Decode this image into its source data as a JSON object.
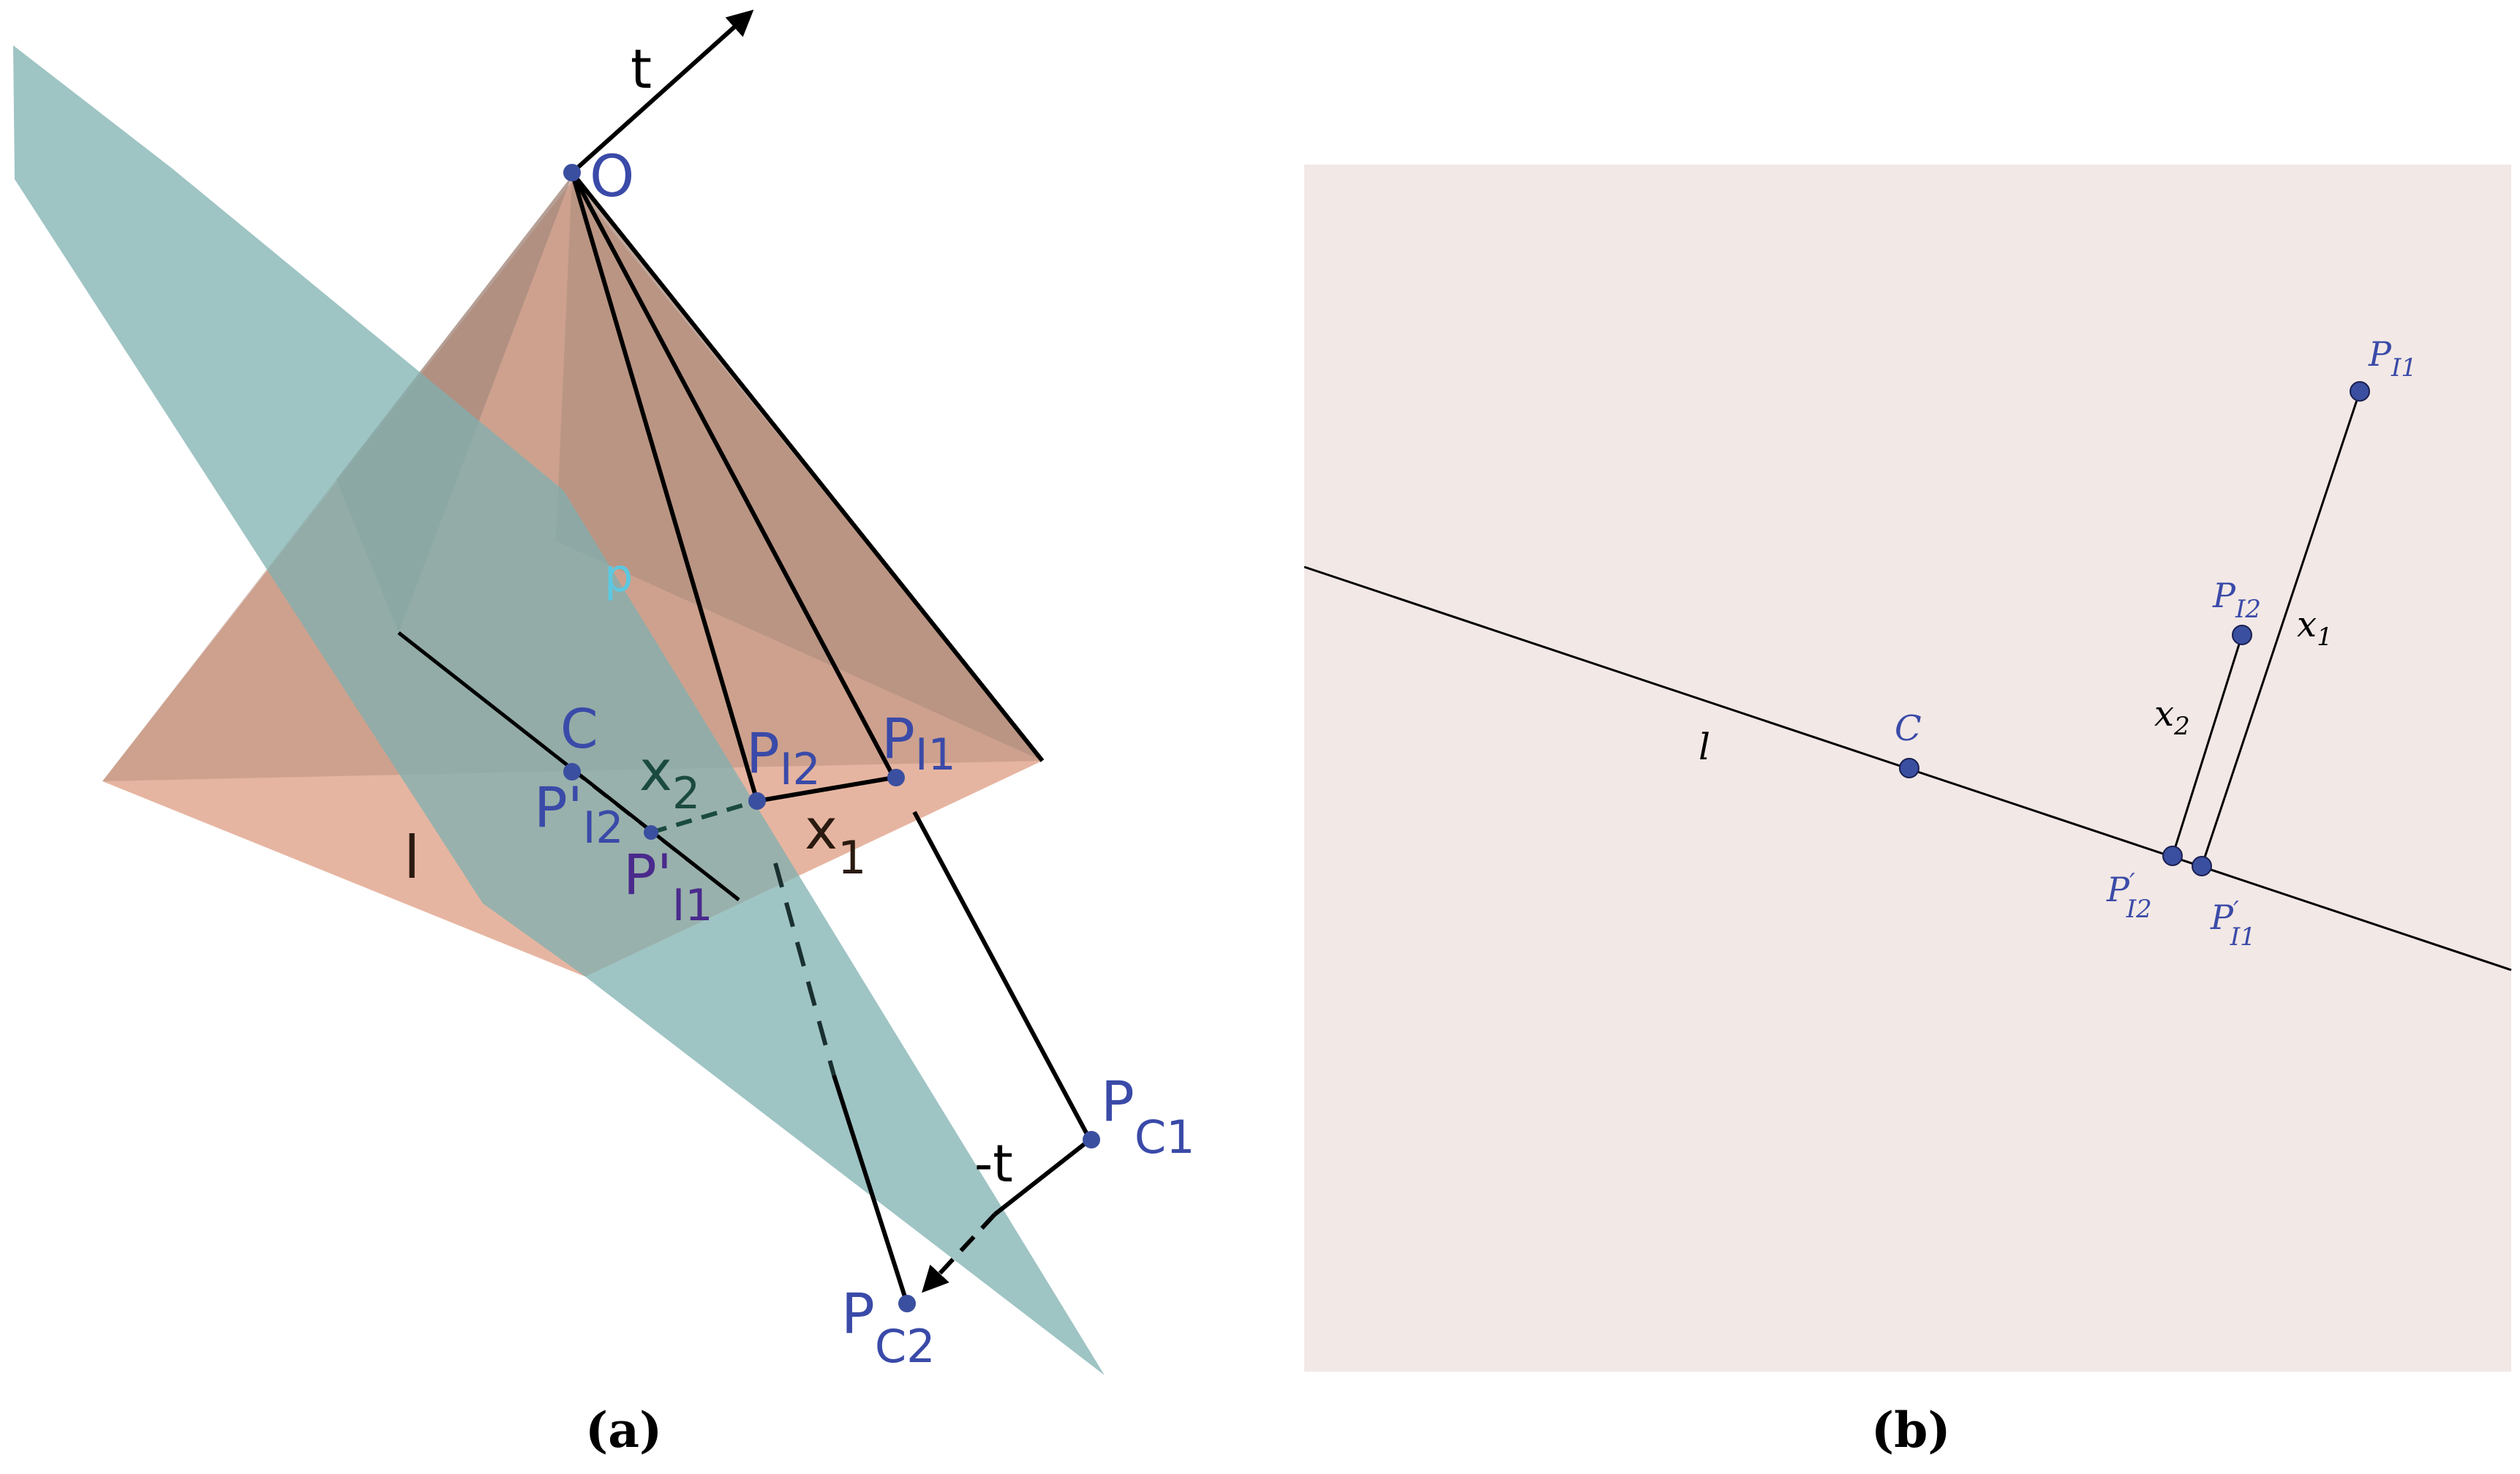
{
  "panel_a": {
    "caption": "(a)",
    "labels": {
      "t": "t",
      "O": "O",
      "p": "p",
      "C": "C",
      "x2": "x",
      "x2_sub": "2",
      "PI2": "P",
      "PI2_sub": "I2",
      "PI1": "P",
      "PI1_sub": "I1",
      "Pp_I2": "P'",
      "Pp_I2_sub": "I2",
      "Pp_I1": "P'",
      "Pp_I1_sub": "I1",
      "x1": "x",
      "x1_sub": "1",
      "l": "l",
      "PC1": "P",
      "PC1_sub": "C1",
      "minus_t": "-t",
      "PC2": "P",
      "PC2_sub": "C2"
    }
  },
  "panel_b": {
    "caption": "(b)",
    "labels": {
      "PI1": "P",
      "PI1_sub": "I1",
      "PI2": "P",
      "PI2_sub": "I2",
      "x1": "x",
      "x1_sub": "1",
      "x2": "x",
      "x2_sub": "2",
      "l": "l",
      "C": "C",
      "Pp_I2": "P",
      "Pp_I2_prime": "′",
      "Pp_I2_sub": "I2",
      "Pp_I1": "P",
      "Pp_I1_prime": "′",
      "Pp_I1_sub": "I1"
    }
  },
  "colors": {
    "point": "#3b4fa0",
    "label_blue": "#3a4aa8",
    "label_purple": "#4a2a8c",
    "teal_plane": "#7fb0b0",
    "pyramid": "#b89080",
    "base_plane": "#e2a890",
    "panel_b_bg": "#f2e8e6",
    "p_label": "#5cc8e0"
  }
}
